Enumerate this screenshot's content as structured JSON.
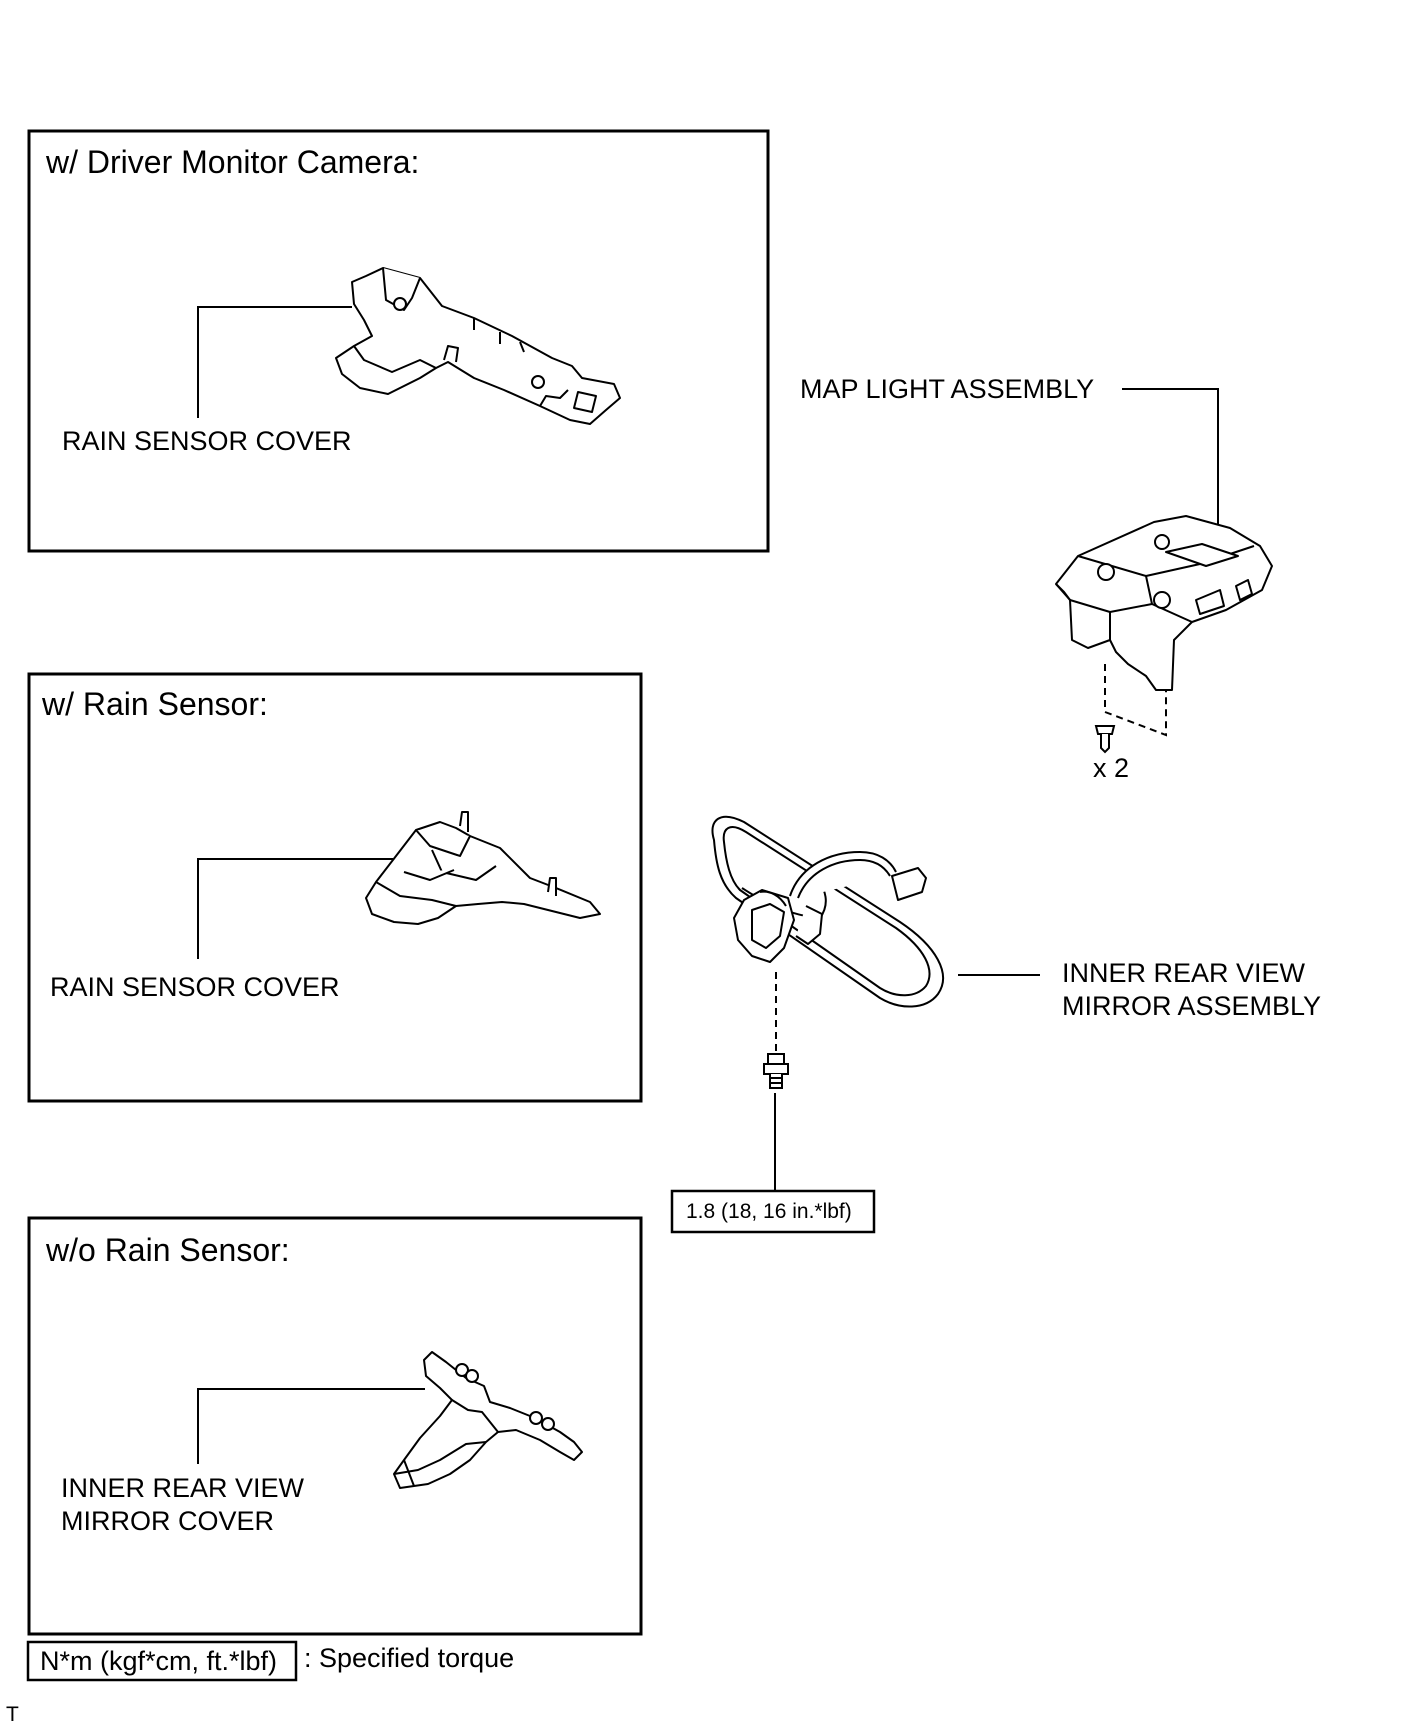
{
  "panels": {
    "driver_monitor": {
      "title": "w/ Driver Monitor Camera:",
      "part_label": "RAIN SENSOR COVER"
    },
    "rain_sensor": {
      "title": "w/ Rain Sensor:",
      "part_label": "RAIN SENSOR COVER"
    },
    "no_rain_sensor": {
      "title": "w/o Rain Sensor:",
      "part_label_line1": "INNER REAR VIEW",
      "part_label_line2": "MIRROR COVER"
    }
  },
  "map_light": {
    "label": "MAP LIGHT ASSEMBLY",
    "quantity": "x 2"
  },
  "mirror": {
    "label_line1": "INNER REAR VIEW",
    "label_line2": "MIRROR ASSEMBLY",
    "torque": "1.8 (18, 16 in.*lbf)"
  },
  "legend": {
    "unit_box": "N*m (kgf*cm, ft.*lbf)",
    "description": ": Specified torque"
  },
  "footer": {
    "mark": "T"
  }
}
